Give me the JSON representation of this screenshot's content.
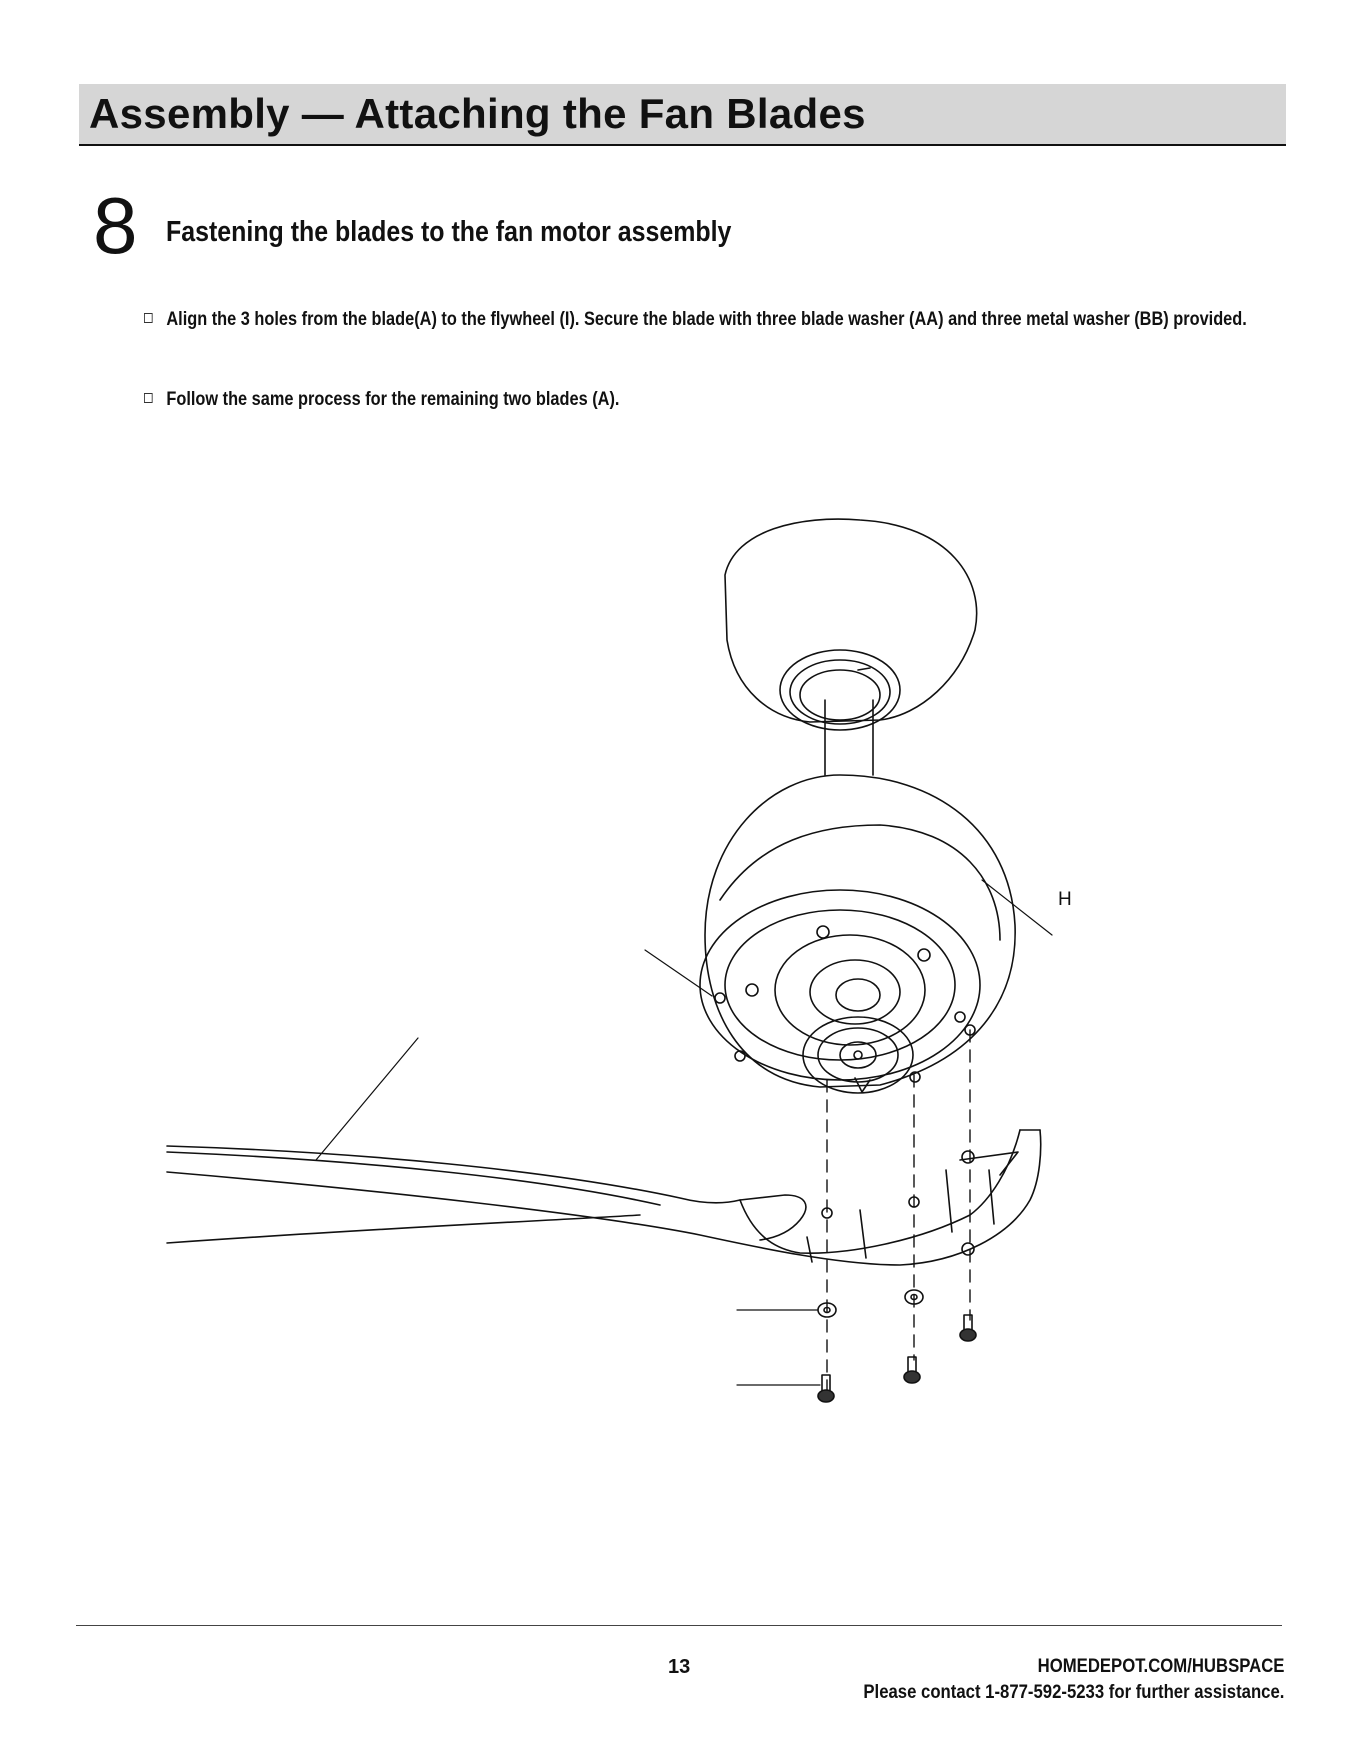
{
  "header": {
    "title": "Assembly — Attaching the Fan Blades"
  },
  "step": {
    "number": "8",
    "title": "Fastening the blades to the fan motor assembly"
  },
  "instructions": [
    "Align the 3 holes from the blade(A) to the flywheel (I). Secure the blade with three blade washer (AA) and three metal washer (BB) provided.",
    "Follow the same process for the remaining two blades (A)."
  ],
  "figure": {
    "callouts": {
      "motor_housing": "H"
    }
  },
  "footer": {
    "page_number": "13",
    "url": "HOMEDEPOT.COM/HUBSPACE",
    "contact": "Please contact 1-877-592-5233 for further assistance."
  }
}
